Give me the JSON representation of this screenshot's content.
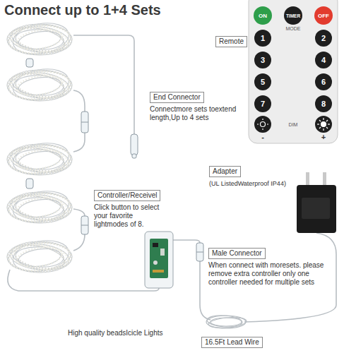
{
  "diagram": {
    "title": "Connect up to 1+4 Sets",
    "nodes": [
      {
        "text": [
          "MODE",
          "DIM",
          "-",
          "+"
        ]
      },
      {
        "text": [
          "ON"
        ],
        "in": 0
      },
      {
        "text": [
          "TIMER"
        ],
        "in": 0
      },
      {
        "text": [
          "OFF"
        ],
        "in": 0
      },
      {
        "text": [
          "1"
        ],
        "in": 0
      },
      {
        "text": [
          "2"
        ],
        "in": 0
      },
      {
        "text": [
          "3"
        ],
        "in": 0
      },
      {
        "text": [
          "4"
        ],
        "in": 0
      },
      {
        "text": [
          "5"
        ],
        "in": 0
      },
      {
        "text": [
          "6"
        ],
        "in": 0
      },
      {
        "text": [
          "7"
        ],
        "in": 0
      },
      {
        "text": [
          "8"
        ],
        "in": 0
      },
      {
        "text": [
          "Remote"
        ]
      },
      {
        "text": [
          "End Connector",
          "Connectmore sets toextend length,Up to 4 sets"
        ]
      },
      {
        "text": [
          "Adapter",
          "(UL ListedWaterproof IP44)"
        ]
      },
      {
        "text": [
          "Controller/Receivel",
          "Click button to select your favorite lightmodes of 8."
        ]
      },
      {
        "text": [
          "Male Connector",
          "When connect with moresets. please remove extra controller only one controller needed for multiple sets"
        ]
      },
      {
        "text": [
          "16.5Ft Lead Wire"
        ]
      }
    ],
    "labels": [
      "High quality beadsIcicle Lights"
    ]
  }
}
